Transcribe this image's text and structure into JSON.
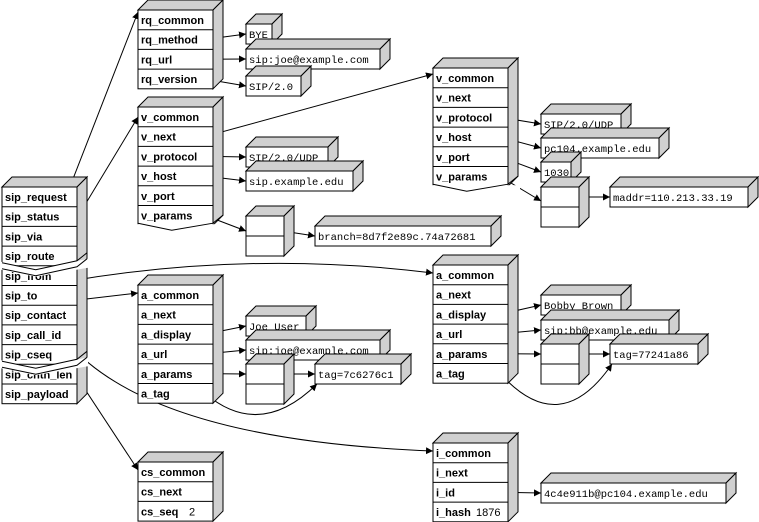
{
  "sip_message": [
    "sip_request",
    "sip_status",
    "sip_via",
    "sip_route",
    "sip_from",
    "sip_to",
    "sip_contact",
    "sip_call_id",
    "sip_cseq",
    "sip_cntn_len",
    "sip_payload"
  ],
  "request_line": {
    "fields": [
      "rq_common",
      "rq_method",
      "rq_url",
      "rq_version"
    ],
    "method": "BYE",
    "url": "sip:joe@example.com",
    "version": "SIP/2.0"
  },
  "via_1": {
    "fields": [
      "v_common",
      "v_next",
      "v_protocol",
      "v_host",
      "v_port",
      "v_params"
    ],
    "protocol": "SIP/2.0/UDP",
    "host": "sip.example.edu",
    "param": "branch=8d7f2e89c.74a72681"
  },
  "via_2": {
    "fields": [
      "v_common",
      "v_next",
      "v_protocol",
      "v_host",
      "v_port",
      "v_params"
    ],
    "protocol": "SIP/2.0/UDP",
    "host": "pc104.example.edu",
    "port": "1030",
    "param": "maddr=110.213.33.19"
  },
  "from": {
    "fields": [
      "a_common",
      "a_next",
      "a_display",
      "a_url",
      "a_params",
      "a_tag"
    ],
    "display": "Joe User",
    "url": "sip:joe@example.com",
    "tag": "tag=7c6276c1"
  },
  "to": {
    "fields": [
      "a_common",
      "a_next",
      "a_display",
      "a_url",
      "a_params",
      "a_tag"
    ],
    "display": "Bobby Brown",
    "url": "sip:bb@example.edu",
    "tag": "tag=77241a86"
  },
  "call_id": {
    "fields": [
      "i_common",
      "i_next",
      "i_id",
      "i_hash"
    ],
    "hash_value": "1876",
    "id": "4c4e911b@pc104.example.edu"
  },
  "cseq": {
    "fields": [
      "cs_common",
      "cs_next",
      "cs_seq"
    ],
    "seq_value": "2"
  },
  "colors": {
    "box_face": "#ffffff",
    "box_side": "#d0d0d0",
    "stroke": "#000000"
  }
}
